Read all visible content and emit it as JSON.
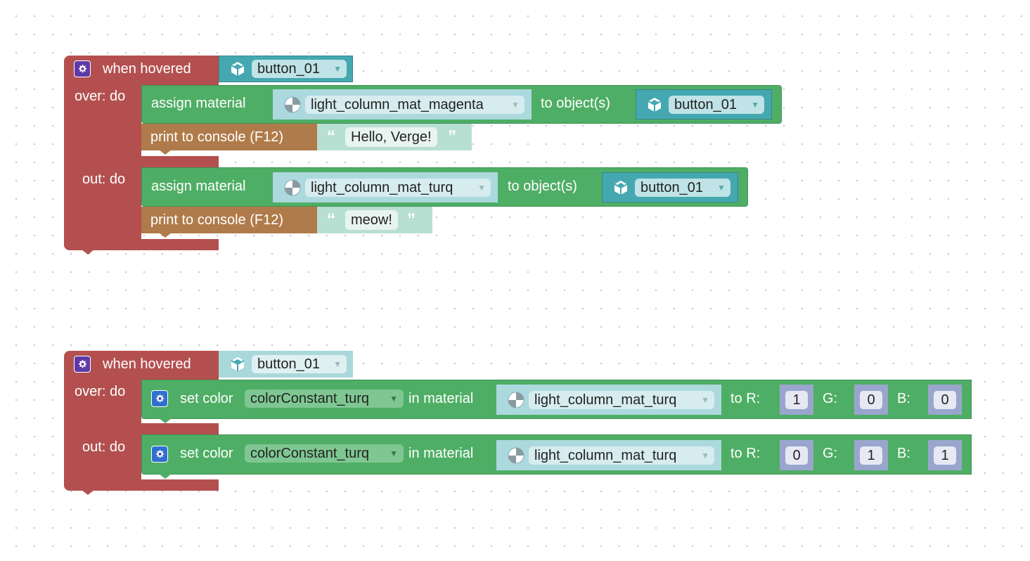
{
  "workspace": {
    "blocks": [
      {
        "hat_label": "when hovered",
        "target_object": "button_01",
        "over_label": "over: do",
        "out_label": "out: do",
        "over": [
          {
            "type": "assign_material",
            "label": "assign material",
            "material": "light_column_mat_magenta",
            "to_label": "to object(s)",
            "object": "button_01"
          },
          {
            "type": "print",
            "label": "print to console (F12)",
            "text": "Hello, Verge!"
          }
        ],
        "out": [
          {
            "type": "assign_material",
            "label": "assign material",
            "material": "light_column_mat_turq",
            "to_label": "to object(s)",
            "object": "button_01"
          },
          {
            "type": "print",
            "label": "print to console (F12)",
            "text": "meow!"
          }
        ]
      },
      {
        "hat_label": "when hovered",
        "target_object": "button_01",
        "over_label": "over: do",
        "out_label": "out: do",
        "over": [
          {
            "type": "set_color",
            "label": "set color",
            "color": "colorConstant_turq",
            "in_label": "in material",
            "material": "light_column_mat_turq",
            "r_label": "to R:",
            "r": "1",
            "g_label": "G:",
            "g": "0",
            "b_label": "B:",
            "b": "0"
          }
        ],
        "out": [
          {
            "type": "set_color",
            "label": "set color",
            "color": "colorConstant_turq",
            "in_label": "in material",
            "material": "light_column_mat_turq",
            "r_label": "to R:",
            "r": "0",
            "g_label": "G:",
            "g": "1",
            "b_label": "B:",
            "b": "1"
          }
        ]
      }
    ]
  },
  "icons": {
    "hat_gear": "gear-icon",
    "object": "cube-icon",
    "material": "sphere-icon",
    "color_gear": "gear-icon"
  },
  "colors": {
    "event_block": "#b3504f",
    "action_block": "#4fae65",
    "print_block": "#b07b4a",
    "object_block": "#45a8b0",
    "material_block": "#acd9dd",
    "string_block": "#b8e0d2",
    "number_block": "#9aa5cd"
  }
}
